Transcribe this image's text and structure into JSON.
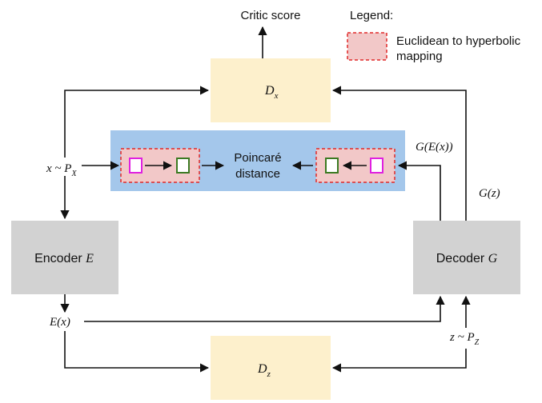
{
  "legend": {
    "title": "Legend:",
    "item_line1": "Euclidean to hyperbolic",
    "item_line2": "mapping"
  },
  "critic": {
    "label": "Critic score",
    "dx_main": "D",
    "dx_sub": "x"
  },
  "dz": {
    "main": "D",
    "sub": "z"
  },
  "encoder": {
    "label": "Encoder ",
    "symbol": "E"
  },
  "decoder": {
    "label": "Decoder ",
    "symbol": "G"
  },
  "poincare": {
    "line1": "Poincaré",
    "line2": "distance"
  },
  "labels": {
    "x_input_main": "x ~ P",
    "x_input_sub": "X",
    "gex": "G(E(x))",
    "gz": "G(z)",
    "ex": "E(x)",
    "z_input_main": "z ~ P",
    "z_input_sub": "Z"
  },
  "colors": {
    "discriminator_fill": "#fdf0cc",
    "module_fill": "#d2d2d2",
    "poincare_fill": "#a4c7eb",
    "mapping_fill": "#f2c8c8",
    "mapping_border": "#e02828",
    "euclidean_square": "#e020e0",
    "hyperbolic_square": "#3c7a22",
    "line": "#111111"
  }
}
